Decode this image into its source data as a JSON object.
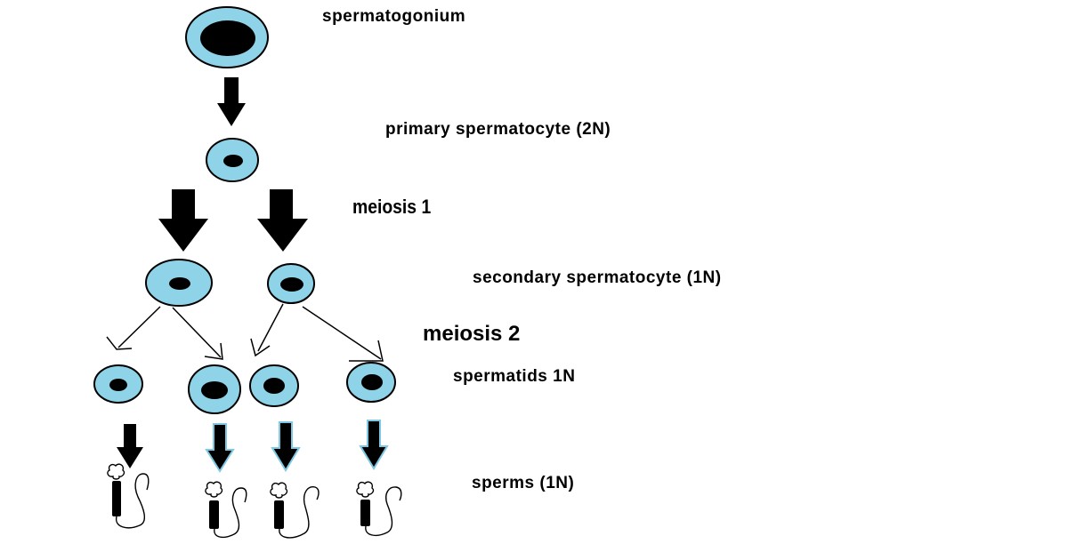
{
  "labels": {
    "spermatogonium": "spermatogonium",
    "primary_spermatocyte": "primary spermatocyte (2N)",
    "meiosis_1": "meiosis 1",
    "secondary_spermatocyte": "secondary spermatocyte (1N)",
    "meiosis_2": "meiosis 2",
    "spermatids": "spermatids 1N",
    "sperms": "sperms (1N)"
  },
  "colors": {
    "cell_fill": "#8fd3e8",
    "nucleus": "#000000",
    "arrow": "#000000",
    "arrow_outline": "#7ec8e3"
  },
  "cell_counts": {
    "spermatogonium": 1,
    "primary_spermatocyte": 1,
    "secondary_spermatocyte": 2,
    "spermatids": 4,
    "sperms": 4
  }
}
